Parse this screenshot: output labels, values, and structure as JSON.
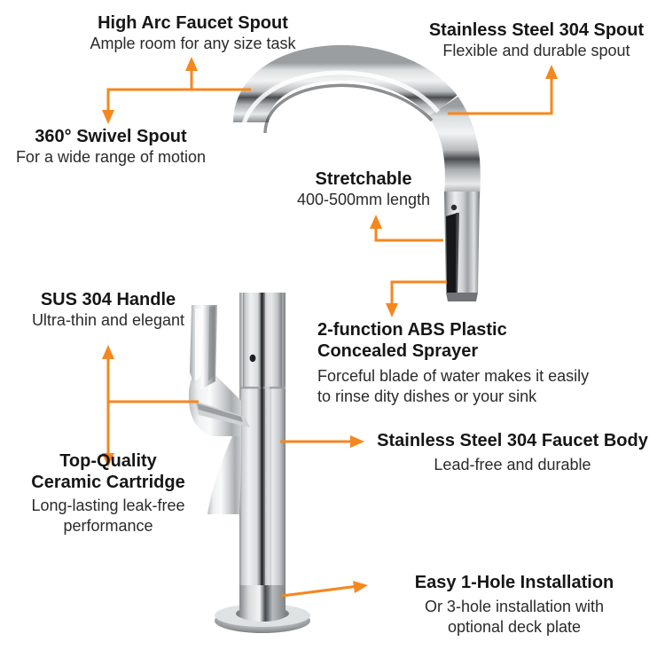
{
  "graphic": {
    "subject": "pull-down kitchen faucet",
    "accent_color": "#F5871F",
    "text_color": "#161616",
    "background_color": "#FFFFFF"
  },
  "callouts": [
    {
      "id": "high-arc-faucet-spout",
      "title": "High Arc Faucet Spout",
      "desc": "Ample room for any size task"
    },
    {
      "id": "stainless-steel-304-spout",
      "title": "Stainless Steel 304 Spout",
      "desc": "Flexible and durable spout"
    },
    {
      "id": "360-swivel-spout",
      "title": "360° Swivel Spout",
      "desc": "For a wide range of motion"
    },
    {
      "id": "stretchable",
      "title": "Stretchable",
      "desc": "400-500mm length"
    },
    {
      "id": "sus-304-handle",
      "title": "SUS 304 Handle",
      "desc": "Ultra-thin and elegant"
    },
    {
      "id": "concealed-sprayer",
      "title_line1": "2-function ABS Plastic",
      "title_line2": "Concealed Sprayer",
      "desc_line1": "Forceful blade of water makes it easily",
      "desc_line2": "to rinse dity dishes or your sink"
    },
    {
      "id": "ceramic-cartridge",
      "title_line1": "Top-Quality",
      "title_line2": "Ceramic Cartridge",
      "desc_line1": "Long-lasting leak-free",
      "desc_line2": "performance"
    },
    {
      "id": "stainless-steel-304-faucet-body",
      "title": "Stainless Steel 304 Faucet Body",
      "desc": "Lead-free and durable"
    },
    {
      "id": "easy-1-hole-installation",
      "title": "Easy 1-Hole Installation",
      "desc_line1": "Or 3-hole installation with",
      "desc_line2": "optional deck plate"
    }
  ]
}
